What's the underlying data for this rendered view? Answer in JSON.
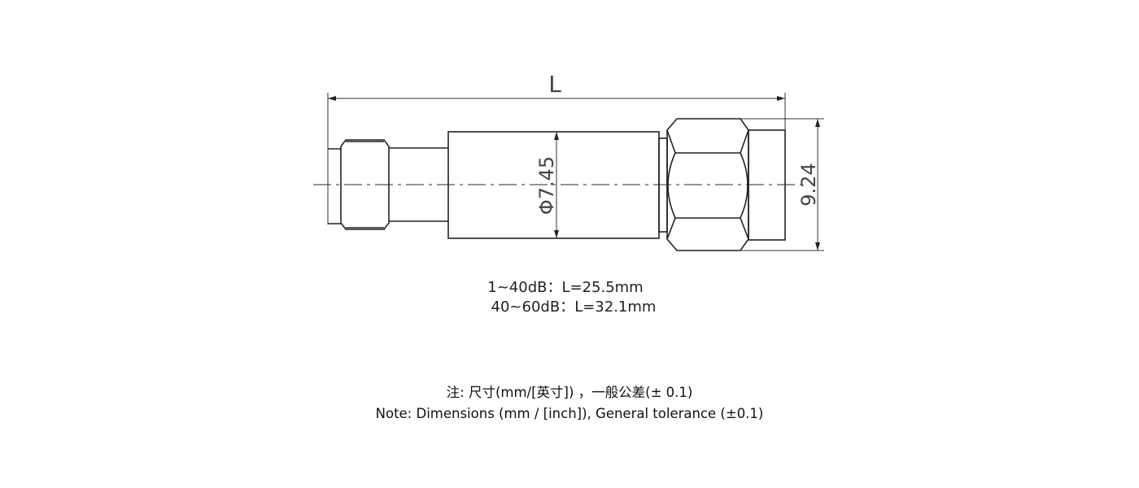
{
  "drawing": {
    "length_label": "L",
    "diameter_label": "Φ7.45",
    "height_label": "9.24"
  },
  "specs": [
    "1~40dB：L=25.5mm",
    "40~60dB：L=32.1mm"
  ],
  "notes": {
    "chinese": "注: 尺寸(mm/[英寸]) ，一般公差(± 0.1)",
    "english": "Note: Dimensions (mm / [inch]), General tolerance (±0.1)"
  }
}
